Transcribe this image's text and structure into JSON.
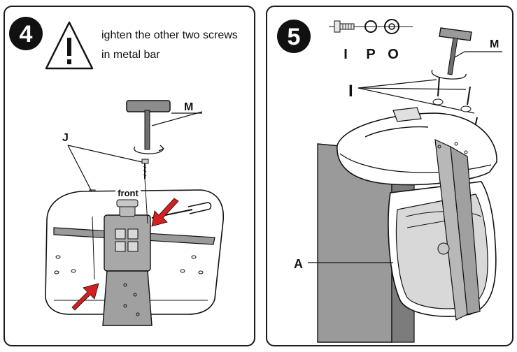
{
  "panel_step4": {
    "step_number": "4",
    "warning_line1": "ighten the other two screws",
    "warning_line2": "in metal bar",
    "label_tool": "M",
    "label_screw": "J",
    "label_front": "front"
  },
  "panel_step5": {
    "step_number": "5",
    "part_labels": [
      "I",
      "P",
      "O"
    ],
    "label_tool": "M",
    "label_screws": "I",
    "label_base": "A"
  },
  "colors": {
    "outline": "#1a1a1a",
    "arrow_red": "#d42020",
    "gray_box": "#9a9a9a",
    "mechanism_gray": "#a8a8a8"
  }
}
